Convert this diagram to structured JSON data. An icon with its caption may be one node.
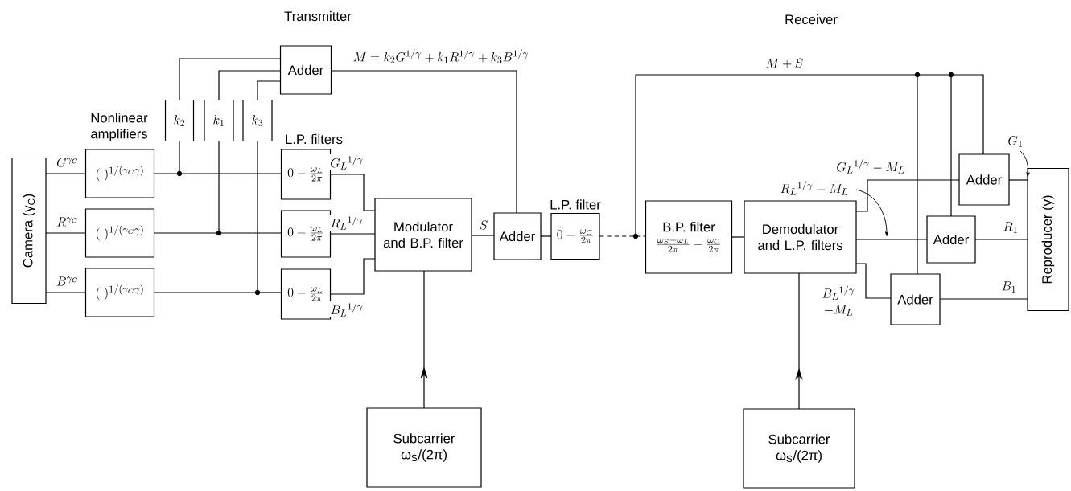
{
  "diagram": {
    "nodes": [
      {
        "text": [
          "Camera (γ$_{C}$)"
        ]
      },
      {
        "text": [
          "(\\;)^{1/(\\gamma_C\\gamma)}"
        ]
      },
      {
        "text": [
          "(\\;)^{1/(\\gamma_C\\gamma)}"
        ]
      },
      {
        "text": [
          "(\\;)^{1/(\\gamma_C\\gamma)}"
        ]
      },
      {
        "text": [
          "k_2"
        ]
      },
      {
        "text": [
          "k_1"
        ]
      },
      {
        "text": [
          "k_3"
        ]
      },
      {
        "text": [
          "Adder"
        ]
      },
      {
        "text": [
          "0-\\frac{\\omega_L}{2\\pi}"
        ]
      },
      {
        "text": [
          "0-\\frac{\\omega_L}{2\\pi}"
        ]
      },
      {
        "text": [
          "0-\\frac{\\omega_L}{2\\pi}"
        ]
      },
      {
        "text": [
          "Modulator and B.P. filter"
        ]
      },
      {
        "text": [
          "Adder"
        ]
      },
      {
        "text": [
          "L.P. filter",
          "0-\\frac{\\omega_C}{2\\pi}"
        ]
      },
      {
        "text": [
          "B.P. filter",
          "\\frac{\\omega_S-\\omega_L}{2\\pi}-\\frac{\\omega_C}{2\\pi}"
        ]
      },
      {
        "text": [
          "Demodulator and L.P. filters"
        ]
      },
      {
        "text": [
          "Adder"
        ]
      },
      {
        "text": [
          "Adder"
        ]
      },
      {
        "text": [
          "Adder"
        ]
      },
      {
        "text": [
          "Reproducer (γ)"
        ]
      },
      {
        "text": [
          "Subcarrier",
          "ω$_{S}$/(2π)"
        ]
      },
      {
        "text": [
          "Subcarrier",
          "ω$_{S}$/(2π)"
        ]
      },
      {
        "text": [
          "R_L{}^{1/\\gamma}-M_L"
        ]
      },
      {
        "text": [
          "G_1"
        ]
      }
    ],
    "edges": [
      {
        "from": 0,
        "to": 1,
        "arrow": "none",
        "label": "G^{\\gamma_C}"
      },
      {
        "from": 0,
        "to": 2,
        "arrow": "none",
        "label": "R^{\\gamma_C}"
      },
      {
        "from": 0,
        "to": 3,
        "arrow": "none",
        "label": "B^{\\gamma_C}"
      },
      {
        "from": 1,
        "to": 8,
        "arrow": "none"
      },
      {
        "from": 2,
        "to": 9,
        "arrow": "none"
      },
      {
        "from": 3,
        "to": 10,
        "arrow": "none"
      },
      {
        "from": 1,
        "to": 4,
        "arrow": "none"
      },
      {
        "from": 2,
        "to": 5,
        "arrow": "none"
      },
      {
        "from": 3,
        "to": 6,
        "arrow": "none"
      },
      {
        "from": 4,
        "to": 7,
        "arrow": "none"
      },
      {
        "from": 5,
        "to": 7,
        "arrow": "none"
      },
      {
        "from": 6,
        "to": 7,
        "arrow": "none"
      },
      {
        "from": 8,
        "to": 11,
        "arrow": "none",
        "label": "G_L{}^{1/\\gamma}"
      },
      {
        "from": 9,
        "to": 11,
        "arrow": "none",
        "label": "R_L{}^{1/\\gamma}"
      },
      {
        "from": 10,
        "to": 11,
        "arrow": "none",
        "label": "B_L{}^{1/\\gamma}"
      },
      {
        "from": 7,
        "to": 12,
        "arrow": "none",
        "label": "M=k_2G^{1/\\gamma}+k_1R^{1/\\gamma}+k_3B^{1/\\gamma}"
      },
      {
        "from": 11,
        "to": 12,
        "arrow": "none",
        "label": "S"
      },
      {
        "from": 12,
        "to": 13,
        "arrow": "none"
      },
      {
        "from": 13,
        "to": 14,
        "arrow": "none",
        "style": "dashed"
      },
      {
        "from": 13,
        "to": 16,
        "arrow": "none",
        "label": "M+S"
      },
      {
        "from": 13,
        "to": 17,
        "arrow": "none"
      },
      {
        "from": 13,
        "to": 18,
        "arrow": "none"
      },
      {
        "from": 14,
        "to": 15,
        "arrow": "none"
      },
      {
        "from": 15,
        "to": 16,
        "arrow": "none",
        "label": "G_L{}^{1/\\gamma}-M_L"
      },
      {
        "from": 15,
        "to": 17,
        "arrow": "none"
      },
      {
        "from": 15,
        "to": 18,
        "arrow": "none",
        "label": "\\begin{array}{c}B_L{}^{1/\\gamma}\\\\-M_L\\end{array}"
      },
      {
        "from": 16,
        "to": 19,
        "arrow": "none"
      },
      {
        "from": 17,
        "to": 19,
        "arrow": "none",
        "label": "R_1"
      },
      {
        "from": 18,
        "to": 19,
        "arrow": "none",
        "label": "B_1"
      },
      {
        "from": 20,
        "to": 11,
        "arrow": "to"
      },
      {
        "from": 21,
        "to": 15,
        "arrow": "to"
      },
      {
        "from": 22,
        "to": null,
        "arrow": "to"
      },
      {
        "from": 23,
        "to": 19,
        "arrow": "to"
      }
    ],
    "labels": [
      "Transmitter",
      "Receiver",
      "Nonlinear amplifiers",
      "L.P. filters"
    ]
  }
}
